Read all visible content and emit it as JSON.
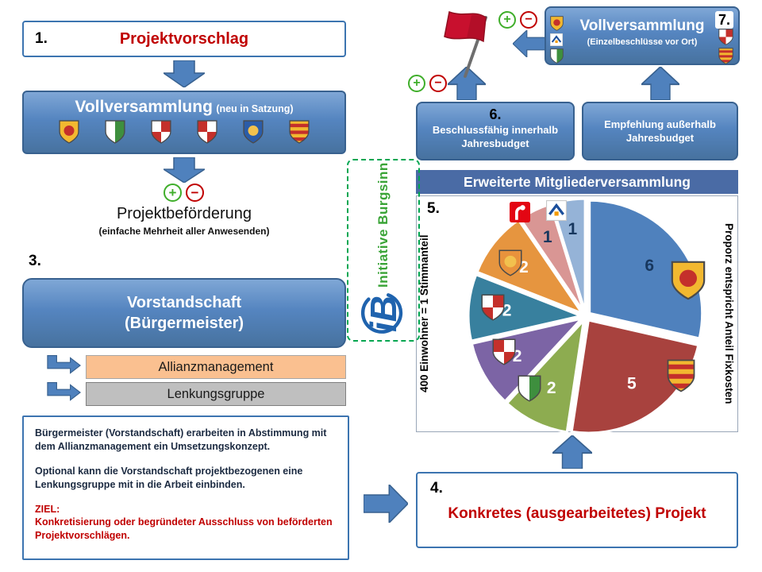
{
  "palette": {
    "accent_blue": "#4F81BD",
    "accent_dark": "#38618F",
    "red_text": "#C00000",
    "sparkasse_red": "#E30613",
    "vr_blue": "#1B4E9B",
    "vr_orange": "#F59B00",
    "plus_green": "#3FAE2A",
    "minus_red": "#C00000",
    "dash_green": "#00A651"
  },
  "icons": {
    "plus": "+",
    "minus": "−"
  },
  "step1": {
    "number": "1.",
    "title": "Projektvorschlag"
  },
  "vollversammlung": {
    "title": "Vollversammlung",
    "subtitle": "(neu in Satzung)"
  },
  "projektbefoerderung": {
    "title": "Projektbeförderung",
    "subtitle": "(einfache Mehrheit aller Anwesenden)"
  },
  "step3": {
    "number": "3.",
    "line1": "Vorstandschaft",
    "line2": "(Bürgermeister)"
  },
  "allianzmanagement": {
    "label": "Allianzmanagement"
  },
  "lenkungsgruppe": {
    "label": "Lenkungsgruppe"
  },
  "infobox": {
    "para1": "Bürgermeister (Vorstandschaft) erarbeiten in Abstimmung mit dem Allianzmanagement ein Umsetzungskonzept.",
    "para2": "Optional kann die Vorstandschaft projektbezogenen eine Lenkungsgruppe mit in die Arbeit einbinden.",
    "ziel_label": "ZIEL:",
    "ziel_text": "Konkretisierung oder begründeter Ausschluss von beförderten Projektvorschlägen."
  },
  "step4": {
    "number": "4.",
    "title": "Konkretes (ausgearbeitetes) Projekt"
  },
  "step5": {
    "number": "5."
  },
  "step6": {
    "number": "6.",
    "line1": "Beschlussfähig innerhalb",
    "line2": "Jahresbudget"
  },
  "empfehlung": {
    "line1": "Empfehlung außerhalb",
    "line2": "Jahresbudget"
  },
  "step7": {
    "number": "7.",
    "title": "Vollversammlung",
    "subtitle": "(Einzelbeschlüsse vor Ort)"
  },
  "logo": {
    "monogram": "iB",
    "name": "Initiative Burgsinn"
  },
  "crests": {
    "burgsinn": {
      "name": "burgsinn-crest",
      "primary": "#F2B830",
      "secondary": "#C4302B",
      "pattern": "emblem"
    },
    "g2": {
      "name": "green-white-crest",
      "primary": "#FFFFFF",
      "secondary": "#3E8F3E",
      "pattern": "split"
    },
    "g3": {
      "name": "red-white-quartered-crest",
      "primary": "#FFFFFF",
      "secondary": "#C4302B",
      "pattern": "quarters"
    },
    "g4": {
      "name": "white-red-quartered-crest",
      "primary": "#C4302B",
      "secondary": "#FFFFFF",
      "pattern": "quarters"
    },
    "g5": {
      "name": "blue-gold-crest",
      "primary": "#2B5CA8",
      "secondary": "#F2C14E",
      "pattern": "emblem"
    },
    "g6": {
      "name": "gold-red-striped-crest",
      "primary": "#F2B830",
      "secondary": "#C4302B",
      "pattern": "stripes"
    },
    "g7": {
      "name": "orange-gold-crest",
      "primary": "#E8923C",
      "secondary": "#F2C14E",
      "pattern": "emblem"
    }
  },
  "chart_data": {
    "type": "pie",
    "title": "Erweiterte Mitgliederversammlung",
    "left_label": "400 Einwohner = 1 Stimmanteil",
    "right_label": "Proporz entspricht Anteil Fixkosten",
    "values": [
      6,
      5,
      2,
      2,
      2,
      2,
      1,
      1
    ],
    "labels": [
      "6",
      "5",
      "2",
      "2",
      "2",
      "2",
      "1",
      "1"
    ],
    "colors": [
      "#4F81BD",
      "#A8423E",
      "#8DAC50",
      "#7C64A5",
      "#38809E",
      "#E6953F",
      "#D99694",
      "#95B3D7"
    ],
    "label_colors": [
      "#17375E",
      "#FFFFFF",
      "#FFFFFF",
      "#FFFFFF",
      "#FFFFFF",
      "#FFFFFF",
      "#17375E",
      "#17375E"
    ],
    "start_angle_deg": 0,
    "clockwise": true,
    "legend_position": "none",
    "grid": false
  }
}
